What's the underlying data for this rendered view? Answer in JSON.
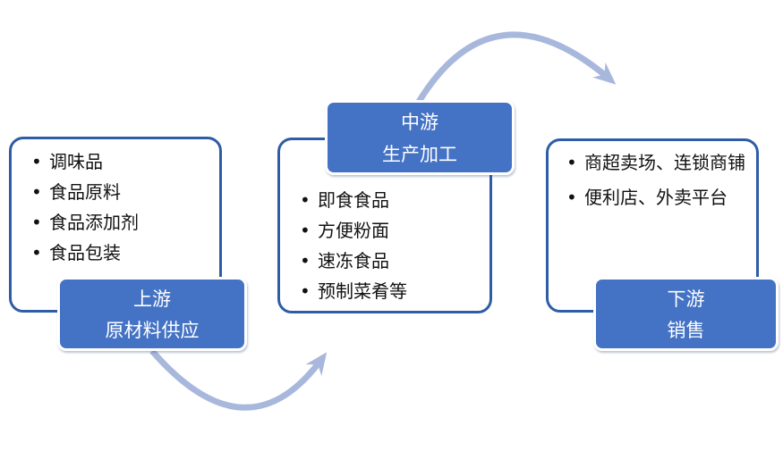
{
  "diagram": {
    "title_hint": "prepared-food industry chain flow",
    "bullet": "•",
    "stages": [
      {
        "id": "upstream",
        "label_line1": "上游",
        "label_line2": "原材料供应",
        "items": [
          "调味品",
          "食品原料",
          "食品添加剂",
          "食品包装"
        ]
      },
      {
        "id": "midstream",
        "label_line1": "中游",
        "label_line2": "生产加工",
        "items": [
          "即食食品",
          "方便粉面",
          "速冻食品",
          "预制菜肴等"
        ]
      },
      {
        "id": "downstream",
        "label_line1": "下游",
        "label_line2": "销售",
        "items": [
          "商超卖场、连锁商铺",
          "便利店、外卖平台"
        ]
      }
    ],
    "colors": {
      "label_fill": "#4472C4",
      "label_border": "#FFFFFF",
      "box_border": "#2E5DA6",
      "box_fill": "#FFFFFF",
      "arrow": "#A8B7DC",
      "item_text": "#111111",
      "label_text": "#FFFFFF",
      "background": "#FFFFFF"
    }
  }
}
